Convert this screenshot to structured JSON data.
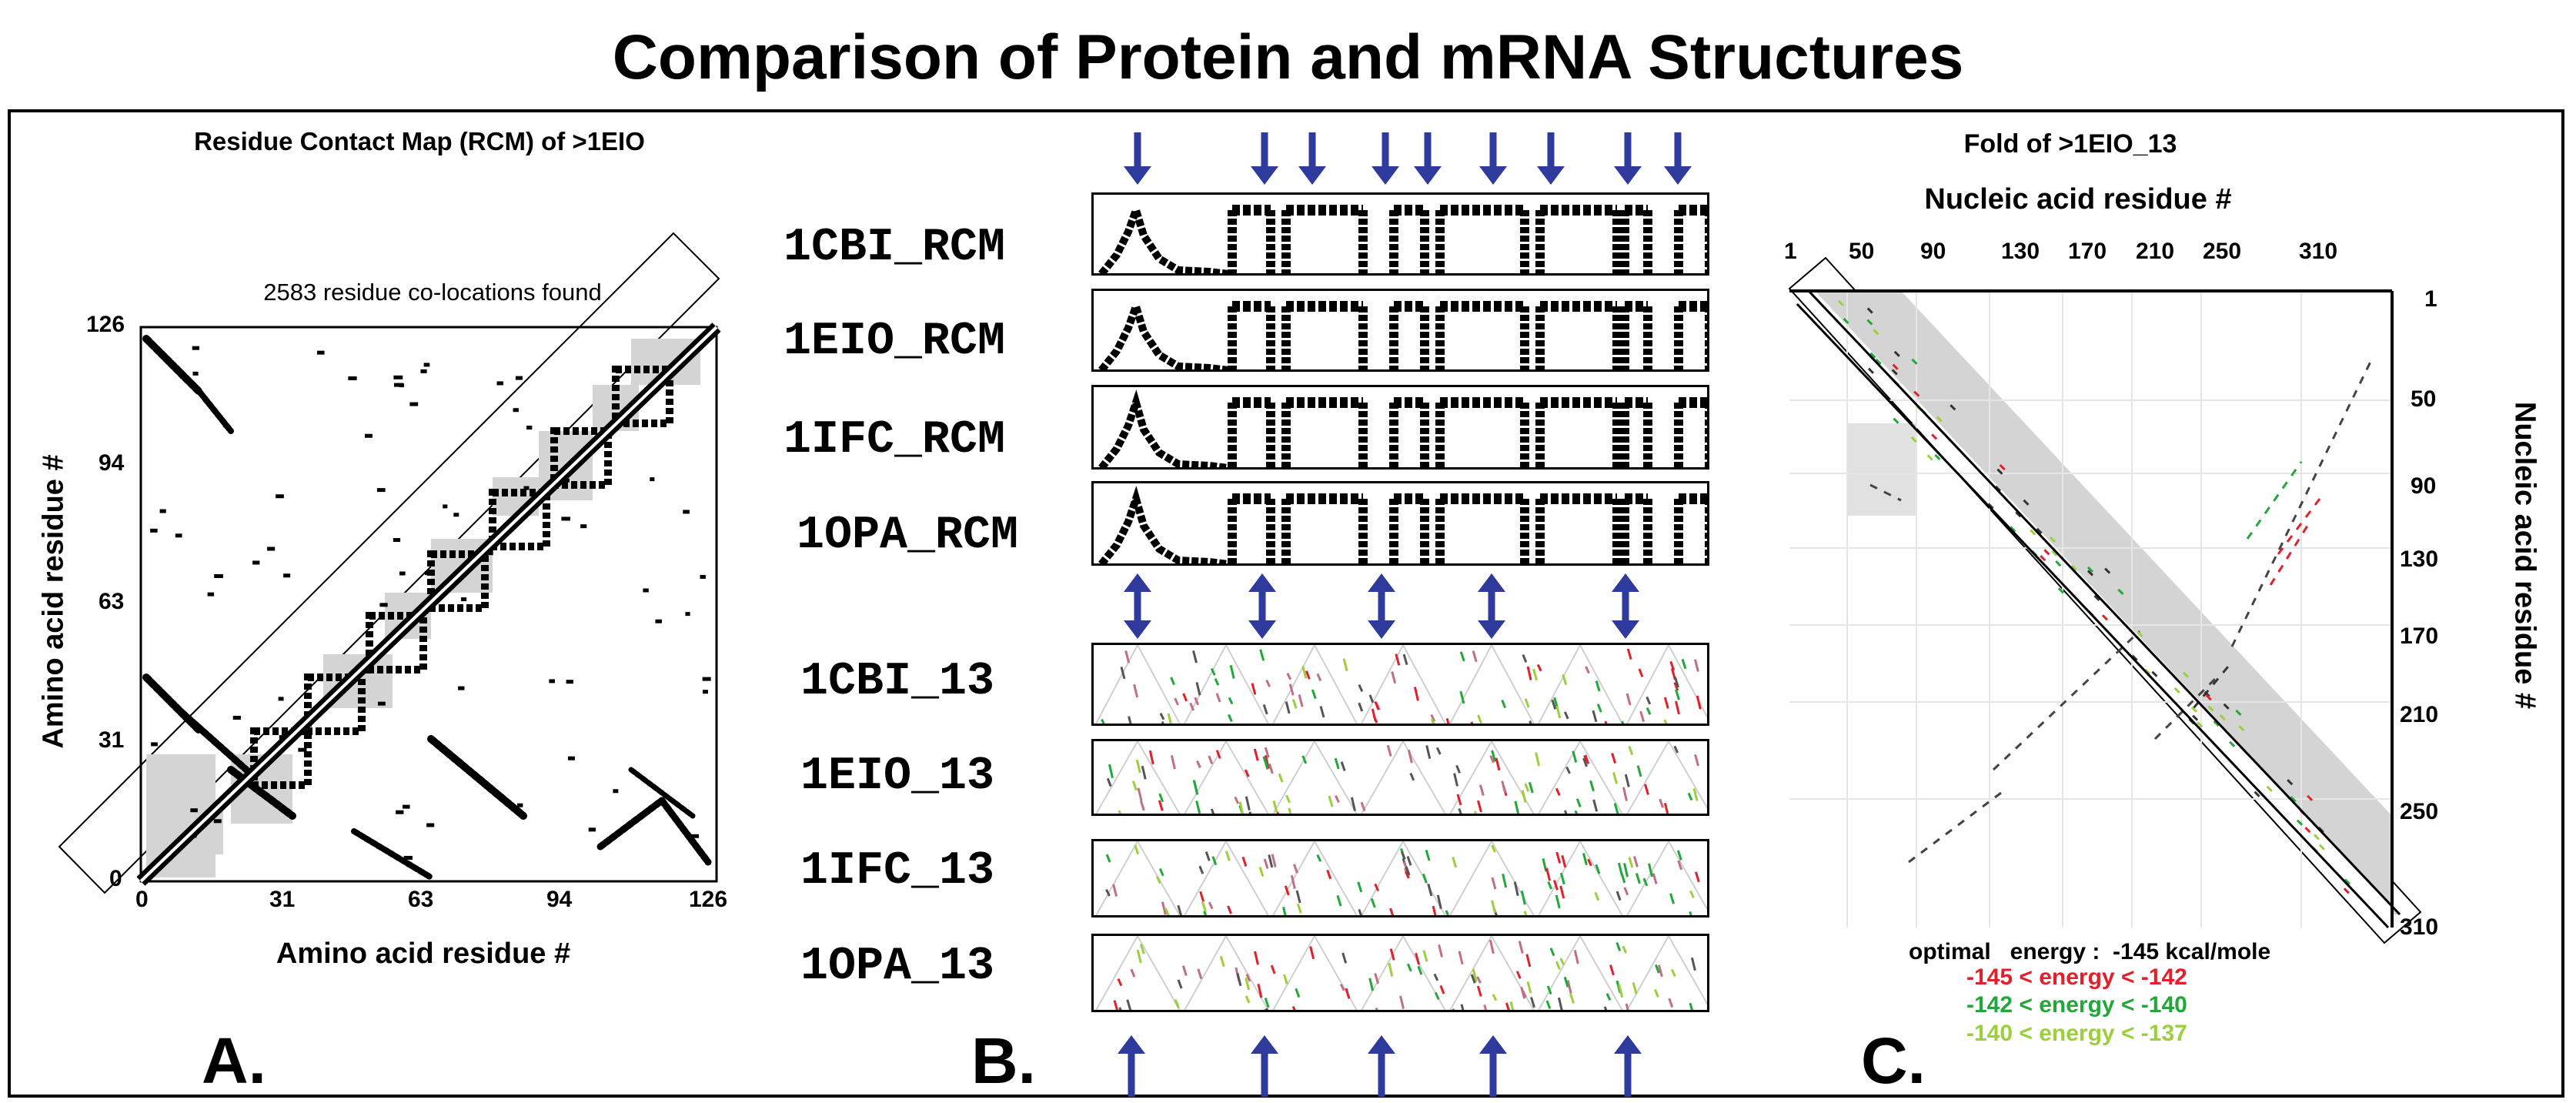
{
  "title": "Comparison of Protein and mRNA Structures",
  "panel_a": {
    "letter": "A.",
    "heading": "Residue Contact Map (RCM) of >1EIO",
    "note": "2583 residue co-locations found",
    "xlabel": "Amino acid residue #",
    "ylabel": "Amino acid residue #",
    "xticks": [
      "0",
      "31",
      "63",
      "94",
      "126"
    ],
    "yticks": [
      "126",
      "94",
      "63",
      "31",
      "0"
    ]
  },
  "panel_b": {
    "letter": "B.",
    "rcm_labels": [
      "1CBI_RCM",
      "1EIO_RCM",
      "1IFC_RCM",
      "1OPA_RCM"
    ],
    "fold_labels": [
      "1CBI_13",
      "1EIO_13",
      "1IFC_13",
      "1OPA_13"
    ]
  },
  "panel_c": {
    "letter": "C.",
    "heading": "Fold of >1EIO_13",
    "xlabel": "Nucleic acid residue #",
    "ylabel": "Nucleic acid residue #",
    "xticks": [
      "1",
      "50",
      "90",
      "130",
      "170",
      "210",
      "250",
      "310"
    ],
    "yticks": [
      "1",
      "50",
      "90",
      "130",
      "170",
      "210",
      "250",
      "310"
    ],
    "legend": {
      "optimal": "optimal   energy :  -145 kcal/mole",
      "line1": "-145 < energy < -142",
      "line2": "-142 < energy < -140",
      "line3": "-140 < energy < -137"
    }
  },
  "colors": {
    "arrow": "#2e3a9c",
    "energy_red": "#e0202a",
    "energy_green": "#22a83a",
    "energy_lightgreen": "#9ccf3c",
    "contact_gray": "#d4d4d4"
  }
}
